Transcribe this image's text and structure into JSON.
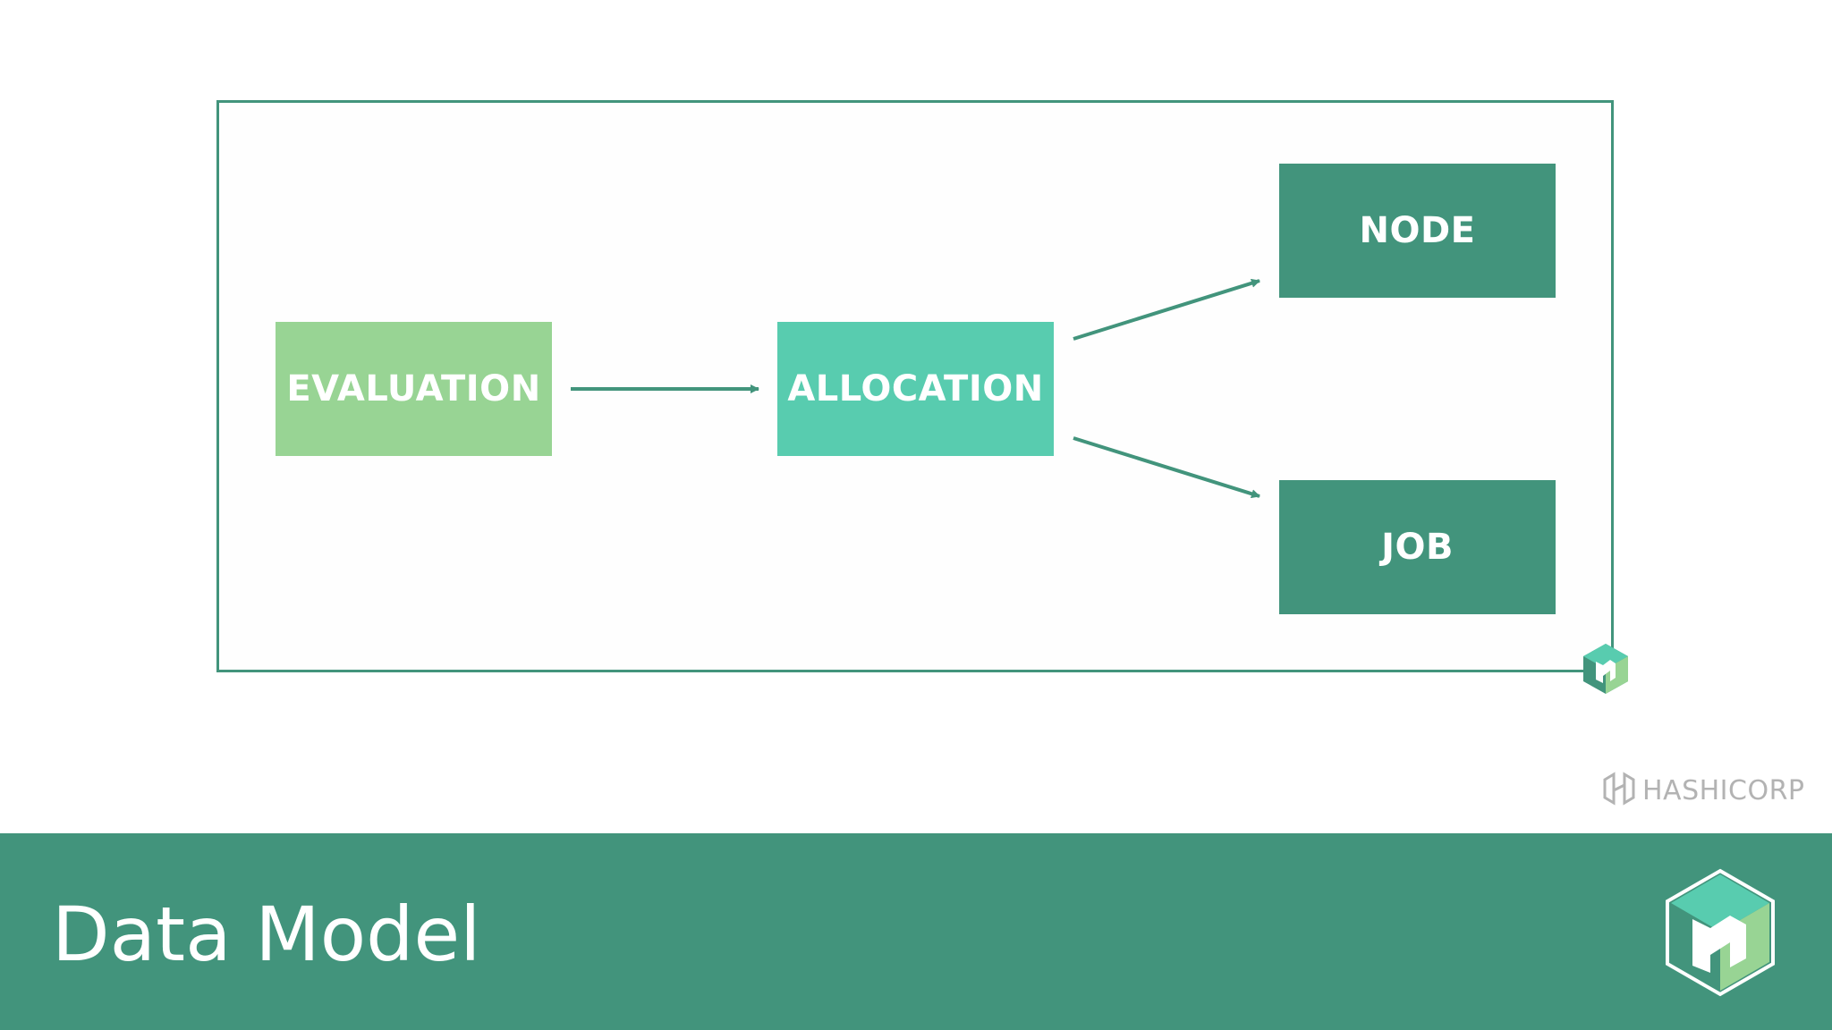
{
  "diagram": {
    "nodes": {
      "evaluation": "EVALUATION",
      "allocation": "ALLOCATION",
      "node": "NODE",
      "job": "JOB"
    },
    "edges": [
      {
        "from": "EVALUATION",
        "to": "ALLOCATION"
      },
      {
        "from": "ALLOCATION",
        "to": "NODE"
      },
      {
        "from": "ALLOCATION",
        "to": "JOB"
      }
    ]
  },
  "branding": {
    "hashicorp_label": "HASHICORP",
    "logo_icon": "nomad-logo-icon"
  },
  "footer": {
    "title": "Data Model"
  },
  "colors": {
    "primary": "#42947c",
    "evaluation": "#98d494",
    "allocation": "#58ccaf",
    "node_job": "#42947c",
    "footer_bg": "#42947c",
    "hashicorp_gray": "#b3b3b3"
  }
}
